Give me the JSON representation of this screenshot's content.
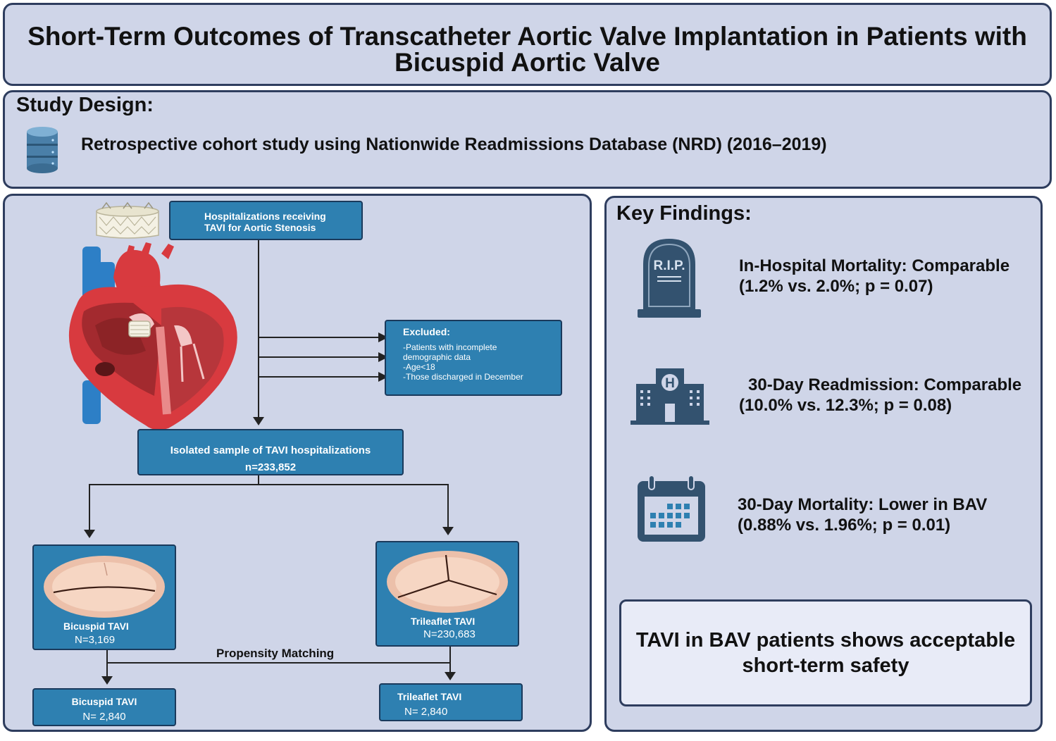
{
  "title": "Short-Term Outcomes of Transcatheter Aortic Valve Implantation in Patients with Bicuspid Aortic Valve",
  "study_design": {
    "heading": "Study Design:",
    "text": "Retrospective cohort study using Nationwide Readmissions Database (NRD) (2016–2019)",
    "icon": "database-icon"
  },
  "flowchart": {
    "start": "Hospitalizations receiving TAVI for Aortic Stenosis",
    "excluded": {
      "title": "Excluded:",
      "items": [
        "-Patients with incomplete demographic data",
        "-Age<18",
        "-Those discharged in December"
      ]
    },
    "isolated": {
      "label": "Isolated sample of TAVI hospitalizations",
      "n": "n=233,852"
    },
    "bicuspid": {
      "label": "Bicuspid TAVI",
      "n": "N=3,169"
    },
    "trileaflet": {
      "label": "Trileaflet TAVI",
      "n": "N=230,683"
    },
    "matching_label": "Propensity Matching",
    "bicuspid_matched": {
      "label": "Bicuspid TAVI",
      "n": "N= 2,840"
    },
    "trileaflet_matched": {
      "label": "Trileaflet TAVI",
      "n": "N= 2,840"
    }
  },
  "key_findings": {
    "heading": "Key Findings:",
    "items": [
      {
        "icon": "tombstone-icon",
        "icon_text": "R.I.P.",
        "line1": "In-Hospital Mortality: Comparable",
        "line2": "(1.2% vs. 2.0%; p = 0.07)"
      },
      {
        "icon": "hospital-icon",
        "icon_text": "H",
        "line1": "30-Day Readmission: Comparable",
        "line2": "(10.0% vs. 12.3%; p = 0.08)"
      },
      {
        "icon": "calendar-icon",
        "line1": "30-Day Mortality: Lower in BAV",
        "line2": "(0.88% vs. 1.96%; p = 0.01)"
      }
    ],
    "conclusion": "TAVI in BAV patients shows acceptable short-term safety"
  },
  "colors": {
    "panel_bg": "#cfd5e8",
    "panel_border": "#2e3d5e",
    "box_blue": "#2e80b1",
    "icon_dark": "#33526f",
    "heart_red": "#d83a3f",
    "vessel_blue": "#2d7fc6"
  }
}
